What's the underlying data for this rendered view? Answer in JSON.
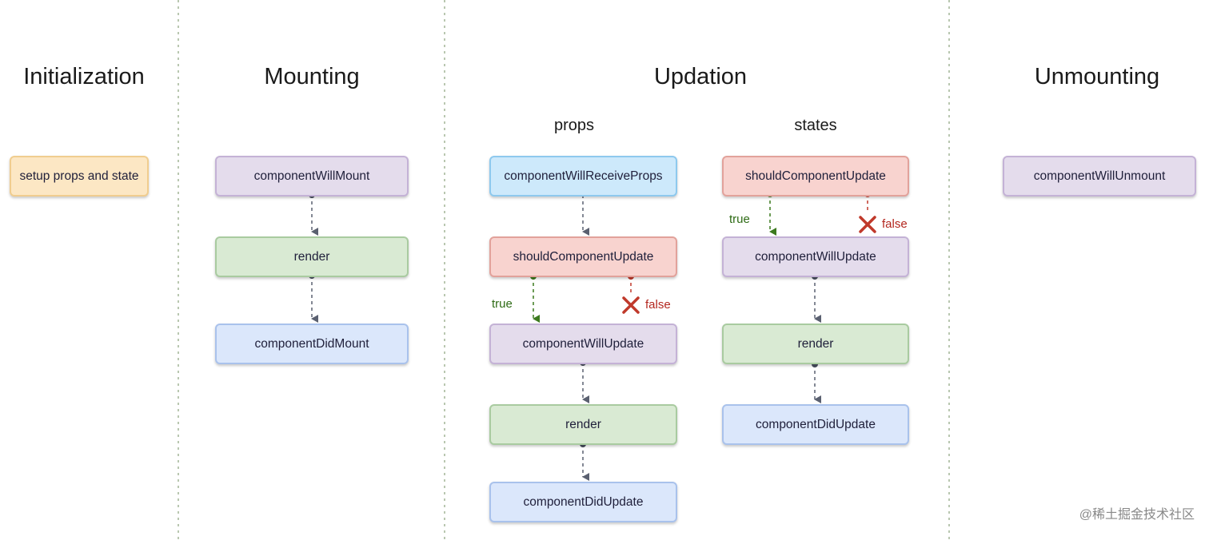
{
  "phases": {
    "initialization": "Initialization",
    "mounting": "Mounting",
    "updation": "Updation",
    "unmounting": "Unmounting"
  },
  "updation_subheads": {
    "props": "props",
    "states": "states"
  },
  "initialization": {
    "setup": "setup props and state"
  },
  "mounting": {
    "will_mount": "componentWillMount",
    "render": "render",
    "did_mount": "componentDidMount"
  },
  "props_flow": {
    "will_receive_props": "componentWillReceiveProps",
    "should_update": "shouldComponentUpdate",
    "will_update": "componentWillUpdate",
    "render": "render",
    "did_update": "componentDidUpdate",
    "true_label": "true",
    "false_label": "false"
  },
  "states_flow": {
    "should_update": "shouldComponentUpdate",
    "will_update": "componentWillUpdate",
    "render": "render",
    "did_update": "componentDidUpdate",
    "true_label": "true",
    "false_label": "false"
  },
  "unmounting": {
    "will_unmount": "componentWillUnmount"
  },
  "watermark": "@稀土掘金技术社区",
  "colors": {
    "divider": "#b9c7b0",
    "connector": "#5a6070",
    "dot": "#4a5060",
    "true_path": "#3c7a1e",
    "false_path": "#c0392b"
  }
}
